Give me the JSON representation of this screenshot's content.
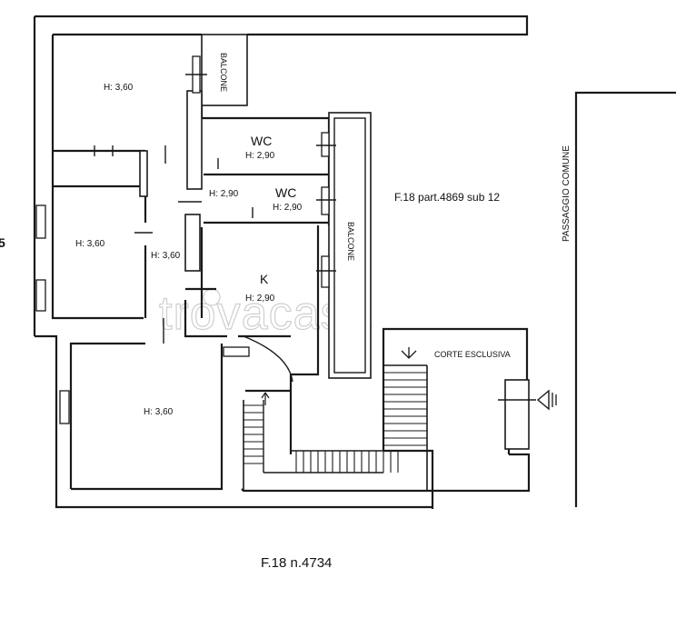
{
  "rooms": {
    "room_top_left_height": "H: 3,60",
    "room_mid_left_height": "H: 3,60",
    "room_bottom_left_height": "H: 3,60",
    "hall_height": "H: 3,60",
    "corridor_height": "H: 2,90",
    "wc1_label": "WC",
    "wc1_height": "H: 2,90",
    "wc2_label": "WC",
    "wc2_height": "H: 2,90",
    "kitchen_label": "K",
    "kitchen_height": "H: 2,90"
  },
  "labels": {
    "balcone_top": "BALCONE",
    "balcone_right": "BALCONE",
    "corte_esclusiva": "CORTE ESCLUSIVA",
    "passaggio_comune": "PASSAGGIO COMUNE",
    "parcel_ref": "F.18 part.4869 sub 12",
    "sheet_ref": "F.18 n.4734",
    "edge_mark": "5"
  },
  "watermark": {
    "text": "trovacasa",
    "color": "#cfcfcf"
  },
  "colors": {
    "line": "#1a1a1a",
    "background": "#ffffff"
  }
}
